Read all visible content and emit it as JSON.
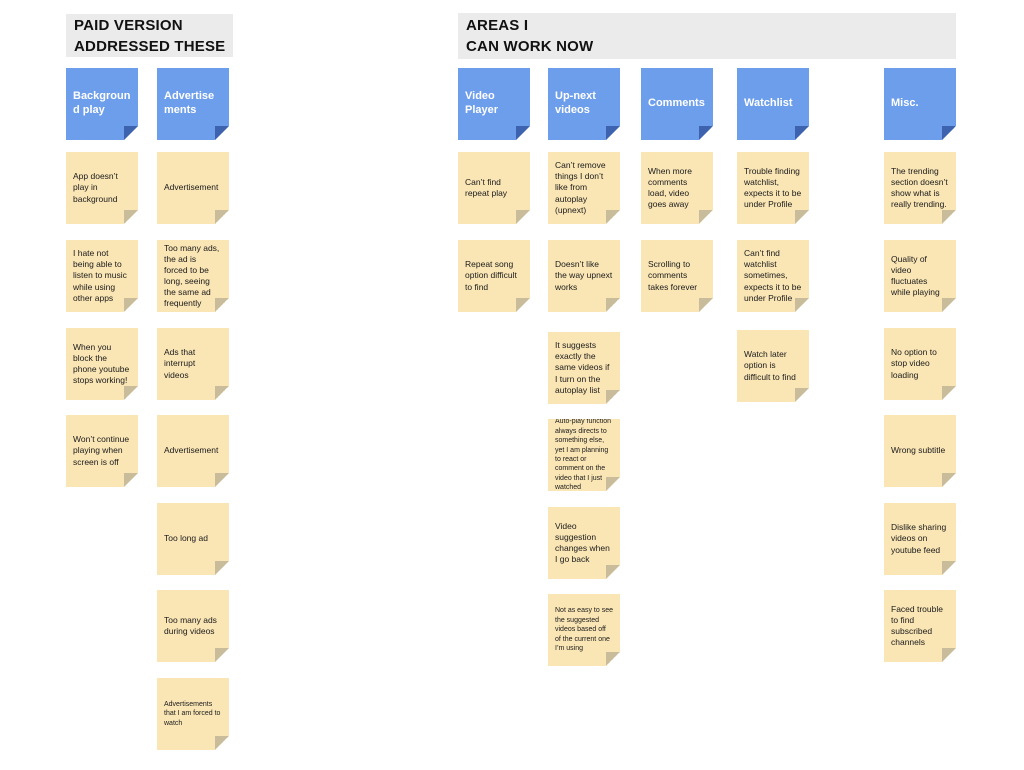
{
  "board": {
    "type": "affinity-diagram-sticky-notes",
    "colors": {
      "background": "#ffffff",
      "section_header_bg": "#ebebeb",
      "header_text": "#111111",
      "category_note": "#6d9eeb",
      "category_fold": "#3d63ae",
      "category_text": "#ffffff",
      "sticky_note": "#fae6b5",
      "sticky_fold": "#c8bc9b",
      "sticky_text": "#1b1b1b"
    }
  },
  "sections": [
    {
      "title_lines": [
        "PAID VERSION",
        "ADDRESSED THESE"
      ],
      "columns": [
        {
          "label": "Background play",
          "notes": [
            "App doesn’t play in background",
            "I hate not being able to listen to music while using other apps",
            "When you block the phone youtube stops working!",
            "Won’t continue playing when screen is off"
          ]
        },
        {
          "label": "Advertisements",
          "notes": [
            "Advertisement",
            "Too many ads, the ad is forced to be long, seeing the same ad frequently",
            "Ads that interrupt videos",
            "Advertisement",
            "Too long ad",
            "Too many ads during videos",
            "Advertisements that I am forced to watch"
          ]
        }
      ]
    },
    {
      "title_lines": [
        "AREAS I",
        "CAN WORK NOW"
      ],
      "columns": [
        {
          "label": "Video Player",
          "notes": [
            "Can’t find repeat play",
            "Repeat song option difficult to find"
          ]
        },
        {
          "label": "Up-next videos",
          "notes": [
            "Can’t remove things I don’t like from autoplay (upnext)",
            "Doesn’t like the way upnext works",
            "It suggests exactly the same videos if I turn on the autoplay list",
            "Auto-play function always directs to something else, yet I am planning to react or comment on the video that I just watched",
            "Video suggestion changes when I go back",
            "Not as easy to see the suggested videos based off of the current one I’m using"
          ]
        },
        {
          "label": "Comments",
          "notes": [
            "When more comments load, video goes away",
            "Scrolling to comments takes forever"
          ]
        },
        {
          "label": "Watchlist",
          "notes": [
            "Trouble finding watchlist, expects it to be under Profile",
            "Can’t find watchlist sometimes, expects it to be under Profile",
            "Watch later option is difficult to find"
          ]
        },
        {
          "label": "Misc.",
          "notes": [
            "The trending section doesn’t show what is really trending.",
            "Quality of video fluctuates while playing",
            "No option to stop video loading",
            "Wrong subtitle",
            "Dislike sharing videos on youtube feed",
            "Faced trouble to find subscribed channels"
          ]
        }
      ]
    }
  ]
}
